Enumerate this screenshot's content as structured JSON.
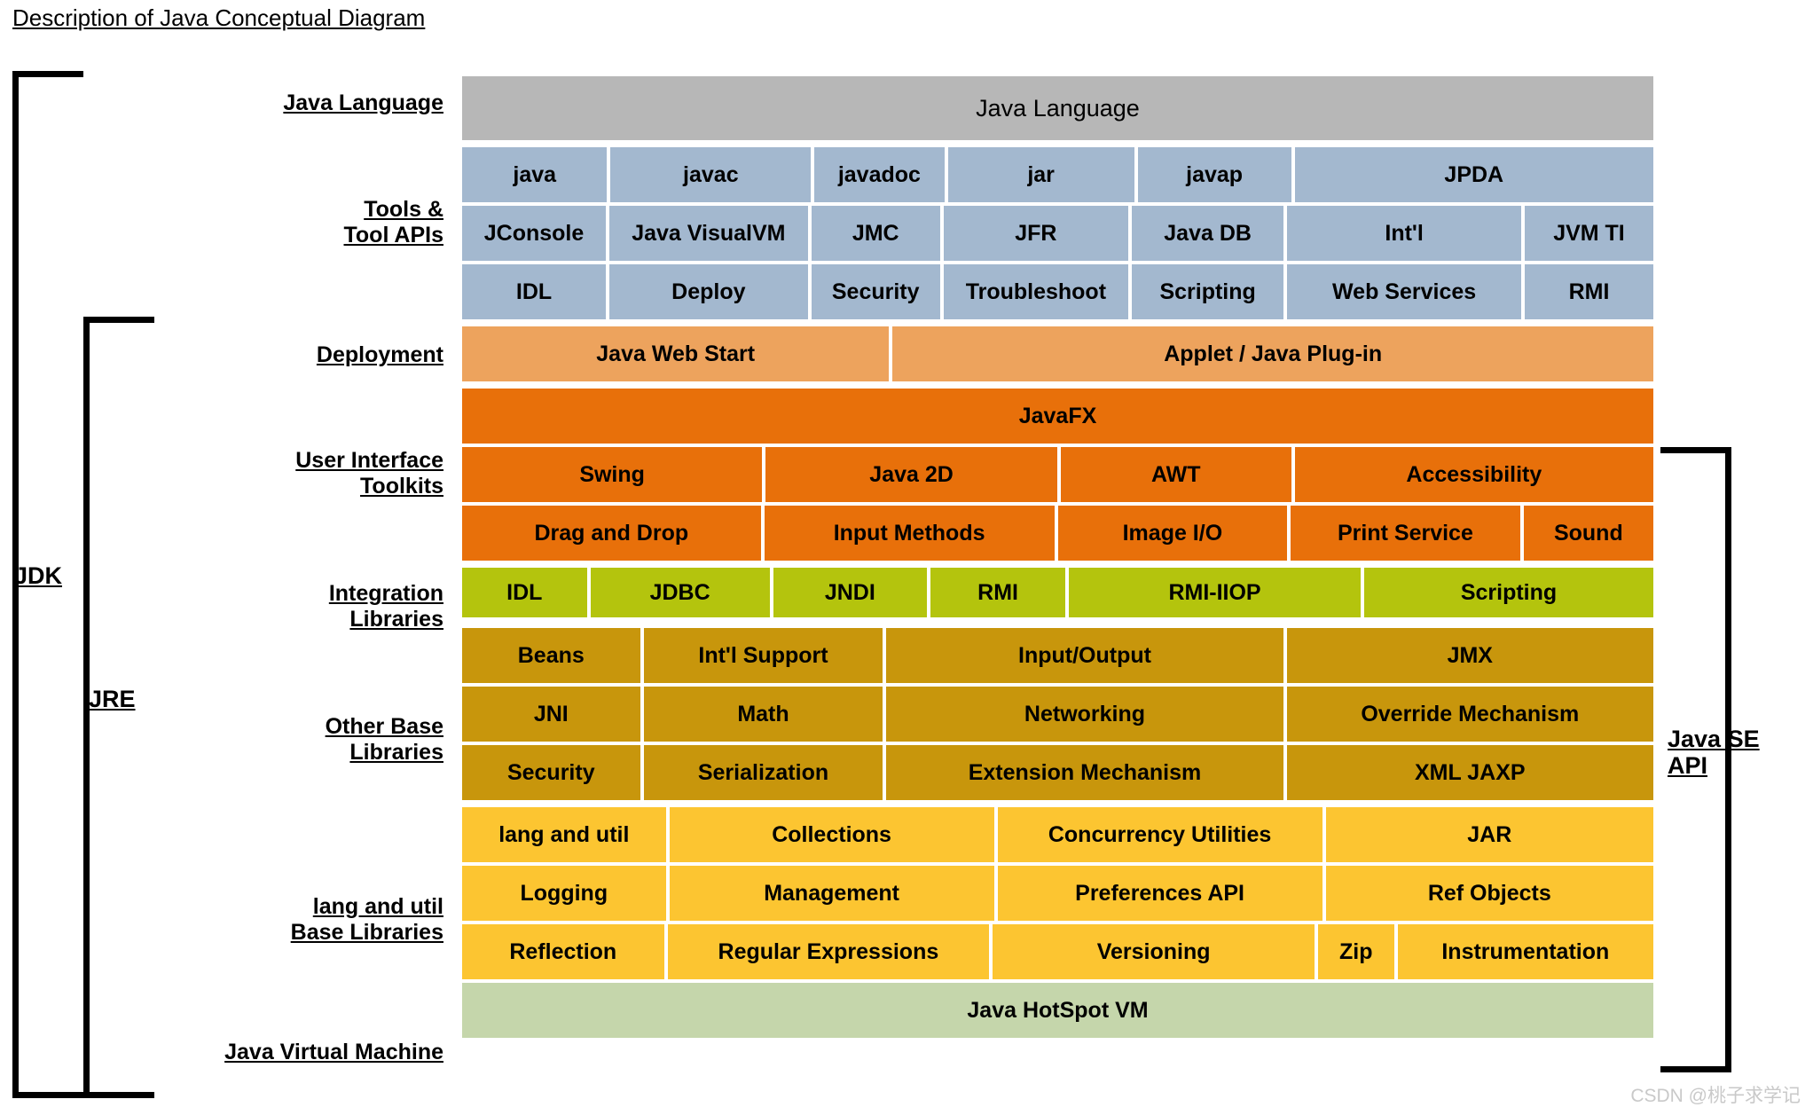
{
  "page": {
    "title": "Description of Java Conceptual Diagram",
    "watermark": "CSDN @桃子求学记"
  },
  "colors": {
    "java_language": "#b7b7b7",
    "tools": "#a3b8cf",
    "deployment": "#eda35d",
    "javafx": "#e8700a",
    "ui_toolkits": "#e8700a",
    "integration": "#b4c40d",
    "other_base": "#c8960c",
    "lang_util": "#fcc531",
    "jvm": "#c5d6ab",
    "bracket": "#000000",
    "watermark": "#c9c9c9"
  },
  "brackets": [
    {
      "id": "jdk",
      "label": "JDK"
    },
    {
      "id": "jre",
      "label": "JRE"
    },
    {
      "id": "java-se-api",
      "label_line1": "Java SE",
      "label_line2": "API"
    }
  ],
  "row_labels": [
    {
      "id": "java-language",
      "lines": [
        "Java Language"
      ]
    },
    {
      "id": "tools-and-tool-apis",
      "lines": [
        "Tools &",
        "Tool APIs"
      ]
    },
    {
      "id": "deployment",
      "lines": [
        "Deployment"
      ]
    },
    {
      "id": "user-interface-toolkits",
      "lines": [
        "User Interface",
        "Toolkits"
      ]
    },
    {
      "id": "integration-libraries",
      "lines": [
        "Integration",
        "Libraries"
      ]
    },
    {
      "id": "other-base-libraries",
      "lines": [
        "Other Base",
        "Libraries"
      ]
    },
    {
      "id": "lang-and-util-base-libraries",
      "lines": [
        "lang and util",
        "Base Libraries"
      ]
    },
    {
      "id": "java-virtual-machine",
      "lines": [
        "Java Virtual Machine"
      ]
    }
  ],
  "sections": {
    "java_language": {
      "rows": [
        [
          {
            "label": "Java Language",
            "flex": 100
          }
        ]
      ]
    },
    "tools": {
      "rows": [
        [
          {
            "label": "java",
            "flex": 10.0
          },
          {
            "label": "javac",
            "flex": 14.0
          },
          {
            "label": "javadoc",
            "flex": 8.9
          },
          {
            "label": "jar",
            "flex": 13.0
          },
          {
            "label": "javap",
            "flex": 10.6
          },
          {
            "label": "JPDA",
            "flex": 25.5
          }
        ],
        [
          {
            "label": "JConsole",
            "flex": 10.0
          },
          {
            "label": "Java VisualVM",
            "flex": 14.0
          },
          {
            "label": "JMC",
            "flex": 8.9
          },
          {
            "label": "JFR",
            "flex": 13.0
          },
          {
            "label": "Java DB",
            "flex": 10.6
          },
          {
            "label": "Int'l",
            "flex": 16.6
          },
          {
            "label": "JVM TI",
            "flex": 8.9
          }
        ],
        [
          {
            "label": "IDL",
            "flex": 10.0
          },
          {
            "label": "Deploy",
            "flex": 14.0
          },
          {
            "label": "Security",
            "flex": 8.9
          },
          {
            "label": "Troubleshoot",
            "flex": 13.0
          },
          {
            "label": "Scripting",
            "flex": 10.6
          },
          {
            "label": "Web Services",
            "flex": 16.6
          },
          {
            "label": "RMI",
            "flex": 8.9
          }
        ]
      ]
    },
    "deployment": {
      "rows": [
        [
          {
            "label": "Java Web Start",
            "flex": 32.2
          },
          {
            "label": "Applet / Java Plug-in",
            "flex": 57.8
          }
        ]
      ]
    },
    "javafx": {
      "rows": [
        [
          {
            "label": "JavaFX",
            "flex": 100
          }
        ]
      ]
    },
    "ui_toolkits": {
      "rows": [
        [
          {
            "label": "Swing",
            "flex": 24.0
          },
          {
            "label": "Java 2D",
            "flex": 23.3
          },
          {
            "label": "AWT",
            "flex": 18.3
          },
          {
            "label": "Accessibility",
            "flex": 28.8
          }
        ],
        [
          {
            "label": "Drag and Drop",
            "flex": 24.0
          },
          {
            "label": "Input Methods",
            "flex": 23.3
          },
          {
            "label": "Image I/O",
            "flex": 18.3
          },
          {
            "label": "Print Service",
            "flex": 18.3
          },
          {
            "label": "Sound",
            "flex": 10.1
          }
        ]
      ]
    },
    "integration": {
      "rows": [
        [
          {
            "label": "IDL",
            "flex": 9.3
          },
          {
            "label": "JDBC",
            "flex": 13.6
          },
          {
            "label": "JNDI",
            "flex": 11.6
          },
          {
            "label": "RMI",
            "flex": 10.1
          },
          {
            "label": "RMI-IIOP",
            "flex": 22.5
          },
          {
            "label": "Scripting",
            "flex": 22.3
          }
        ]
      ]
    },
    "other_base": {
      "rows": [
        [
          {
            "label": "Beans",
            "flex": 11.4
          },
          {
            "label": "Int'l Support",
            "flex": 15.5
          },
          {
            "label": "Input/Output",
            "flex": 26.0
          },
          {
            "label": "JMX",
            "flex": 24.0
          }
        ],
        [
          {
            "label": "JNI",
            "flex": 11.4
          },
          {
            "label": "Math",
            "flex": 15.5
          },
          {
            "label": "Networking",
            "flex": 26.0
          },
          {
            "label": "Override Mechanism",
            "flex": 24.0
          }
        ],
        [
          {
            "label": "Security",
            "flex": 11.4
          },
          {
            "label": "Serialization",
            "flex": 15.5
          },
          {
            "label": "Extension Mechanism",
            "flex": 26.0
          },
          {
            "label": "XML JAXP",
            "flex": 24.0
          }
        ]
      ]
    },
    "lang_util": {
      "rows": [
        [
          {
            "label": "lang and util",
            "flex": 13.0
          },
          {
            "label": "Collections",
            "flex": 21.0
          },
          {
            "label": "Concurrency Utilities",
            "flex": 21.0
          },
          {
            "label": "JAR",
            "flex": 21.2
          }
        ],
        [
          {
            "label": "Logging",
            "flex": 13.0
          },
          {
            "label": "Management",
            "flex": 21.0
          },
          {
            "label": "Preferences API",
            "flex": 21.0
          },
          {
            "label": "Ref Objects",
            "flex": 21.2
          }
        ],
        [
          {
            "label": "Reflection",
            "flex": 13.0
          },
          {
            "label": "Regular Expressions",
            "flex": 21.0
          },
          {
            "label": "Versioning",
            "flex": 21.0
          },
          {
            "label": "Zip",
            "flex": 4.6
          },
          {
            "label": "Instrumentation",
            "flex": 16.6
          }
        ]
      ]
    },
    "jvm": {
      "rows": [
        [
          {
            "label": "Java HotSpot VM",
            "flex": 100
          }
        ]
      ]
    }
  }
}
